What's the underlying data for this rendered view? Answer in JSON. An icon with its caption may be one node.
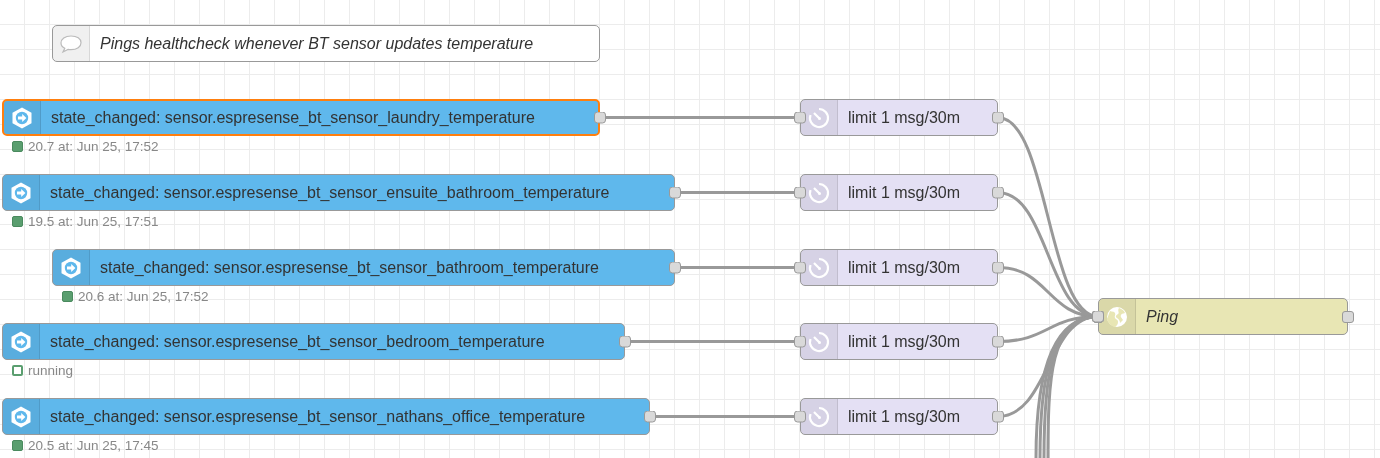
{
  "diagram": {
    "nodes": [
      {
        "text": [
          "Pings healthcheck whenever BT sensor updates temperature"
        ]
      },
      {
        "text": [
          "state_changed: sensor.espresense_bt_sensor_laundry_temperature"
        ],
        "beside": [
          "20.7 at: Jun 25, 17:52"
        ]
      },
      {
        "text": [
          "state_changed: sensor.espresense_bt_sensor_ensuite_bathroom_temperature"
        ],
        "beside": [
          "19.5 at: Jun 25, 17:51"
        ]
      },
      {
        "text": [
          "state_changed: sensor.espresense_bt_sensor_bathroom_temperature"
        ],
        "beside": [
          "20.6 at: Jun 25, 17:52"
        ]
      },
      {
        "text": [
          "state_changed: sensor.espresense_bt_sensor_bedroom_temperature"
        ],
        "beside": [
          "running"
        ]
      },
      {
        "text": [
          "state_changed: sensor.espresense_bt_sensor_nathans_office_temperature"
        ],
        "beside": [
          "20.5 at: Jun 25, 17:45"
        ]
      },
      {
        "text": [
          "limit 1 msg/30m"
        ]
      },
      {
        "text": [
          "limit 1 msg/30m"
        ]
      },
      {
        "text": [
          "limit 1 msg/30m"
        ]
      },
      {
        "text": [
          "limit 1 msg/30m"
        ]
      },
      {
        "text": [
          "limit 1 msg/30m"
        ]
      },
      {
        "text": [
          "Ping"
        ]
      }
    ],
    "edges": [
      {
        "from": 1,
        "to": 6,
        "arrow": "other"
      },
      {
        "from": 2,
        "to": 7,
        "arrow": "other"
      },
      {
        "from": 3,
        "to": 8,
        "arrow": "other"
      },
      {
        "from": 4,
        "to": 9,
        "arrow": "other"
      },
      {
        "from": 5,
        "to": 10,
        "arrow": "other"
      },
      {
        "from": 6,
        "to": 11,
        "arrow": "other"
      },
      {
        "from": 7,
        "to": 11,
        "arrow": "other"
      },
      {
        "from": 8,
        "to": 11,
        "arrow": "other"
      },
      {
        "from": 9,
        "to": 11,
        "arrow": "other"
      },
      {
        "from": 10,
        "to": 11,
        "arrow": "other"
      },
      {
        "from": null,
        "to": 11,
        "arrow": "other"
      },
      {
        "from": null,
        "to": 11,
        "arrow": "other"
      },
      {
        "from": null,
        "to": 11,
        "arrow": "other"
      },
      {
        "from": null,
        "to": 11,
        "arrow": "other"
      }
    ]
  }
}
